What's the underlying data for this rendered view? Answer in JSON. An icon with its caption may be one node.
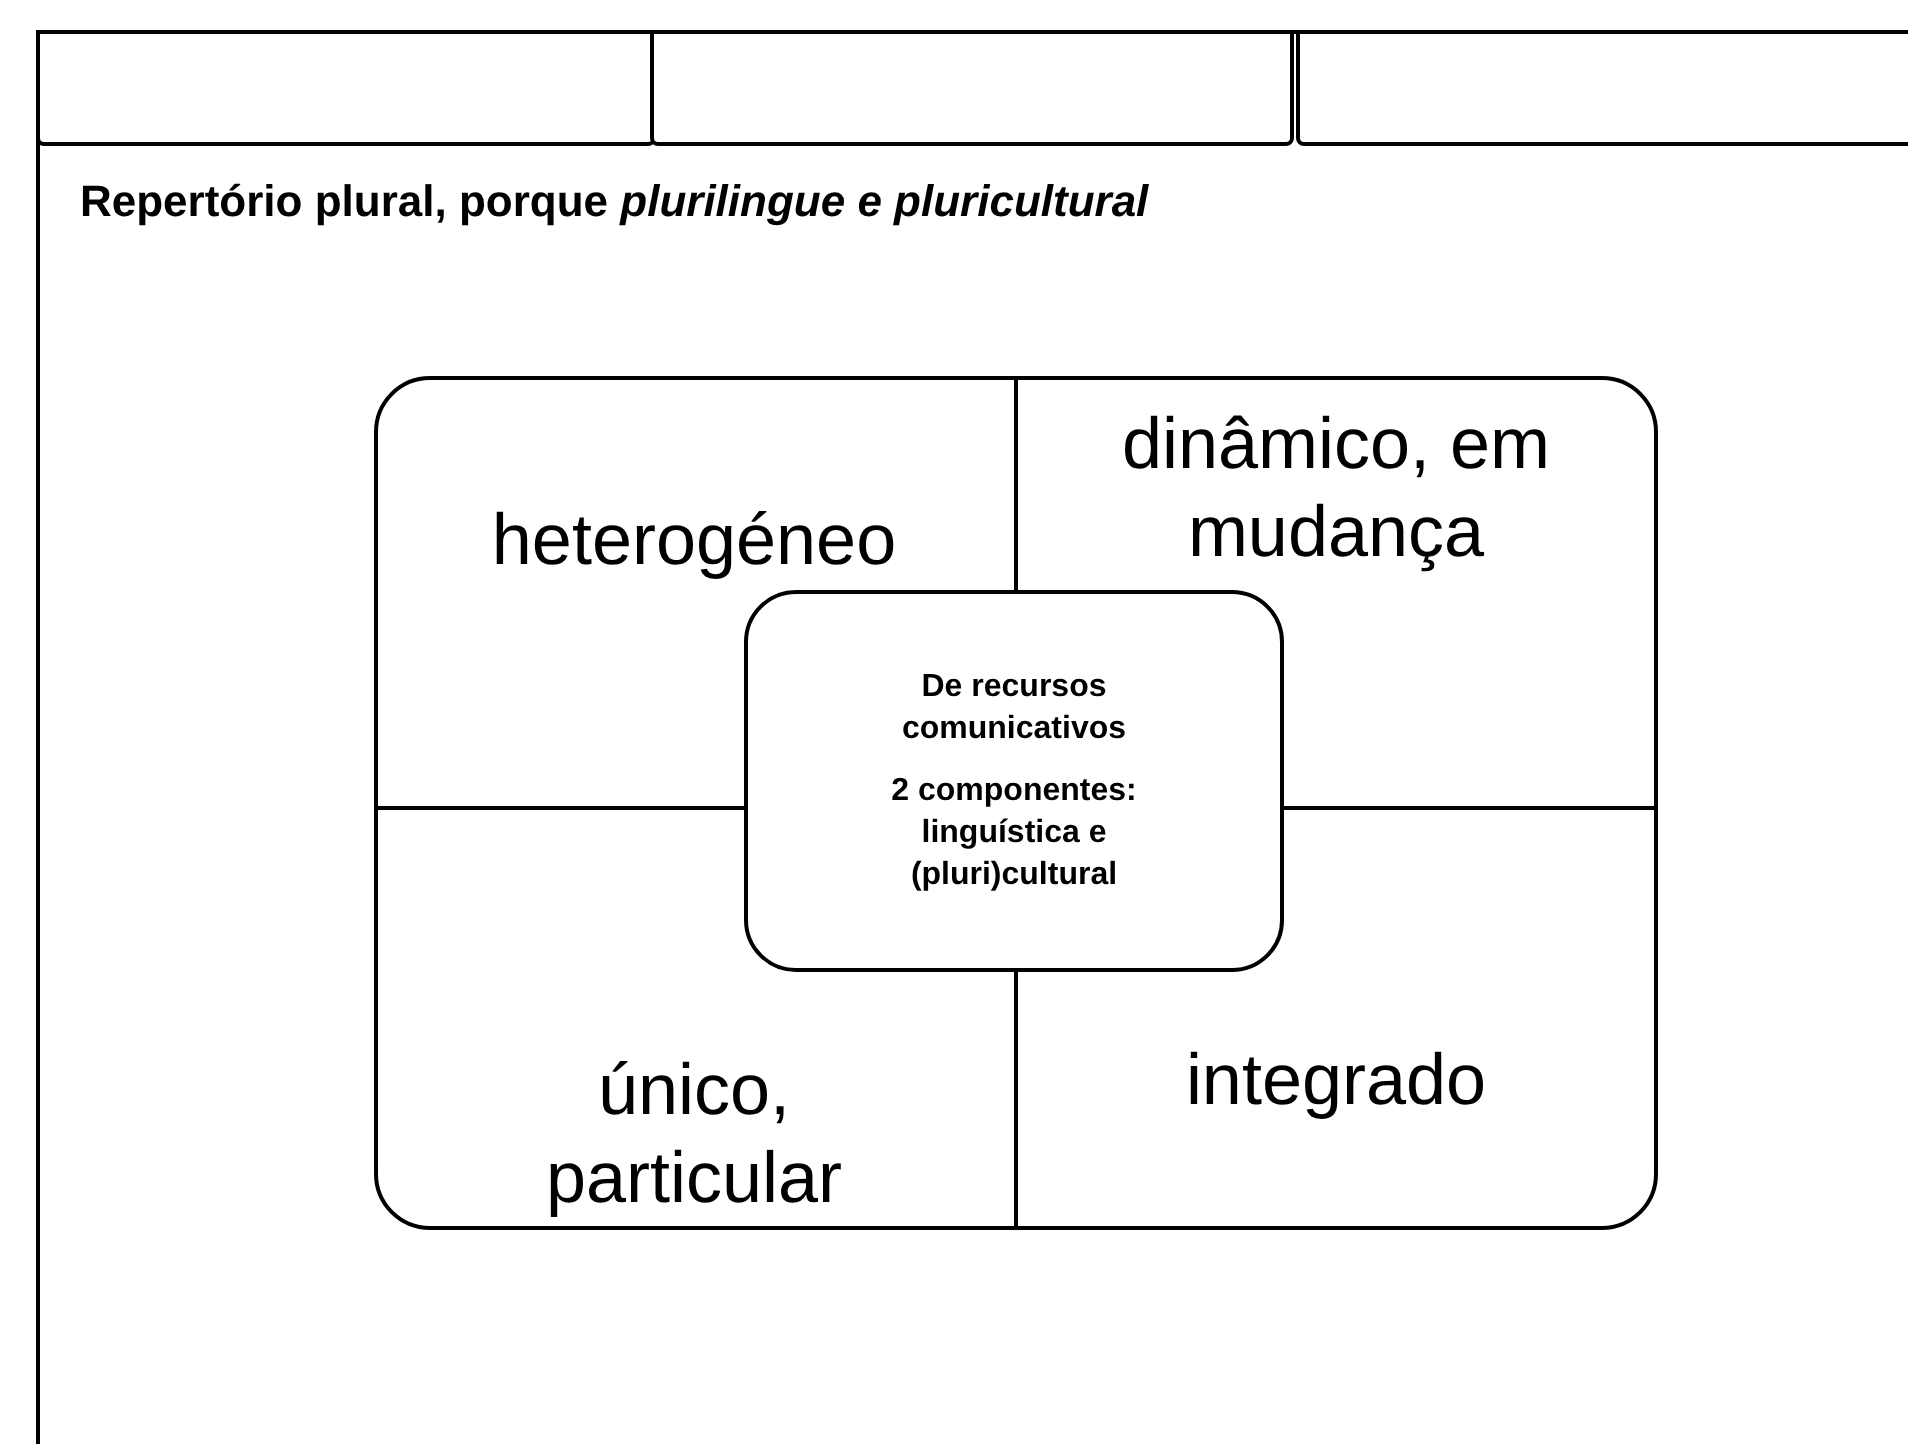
{
  "diagram": {
    "title": "Repertório plural, porque *plurilingue e pluricultural*",
    "nodes": [
      {
        "text": [],
        "shape": "box"
      },
      {
        "text": [],
        "shape": "box"
      },
      {
        "text": [],
        "shape": "box"
      },
      {
        "text": [
          "heterogéneo"
        ]
      },
      {
        "text": [
          "dinâmico, em mudança"
        ]
      },
      {
        "text": [
          "único, particular"
        ]
      },
      {
        "text": [
          "integrado"
        ]
      },
      {
        "text": [
          "De recursos comunicativos",
          "2 componentes: linguística e (pluri)cultural"
        ]
      }
    ]
  }
}
